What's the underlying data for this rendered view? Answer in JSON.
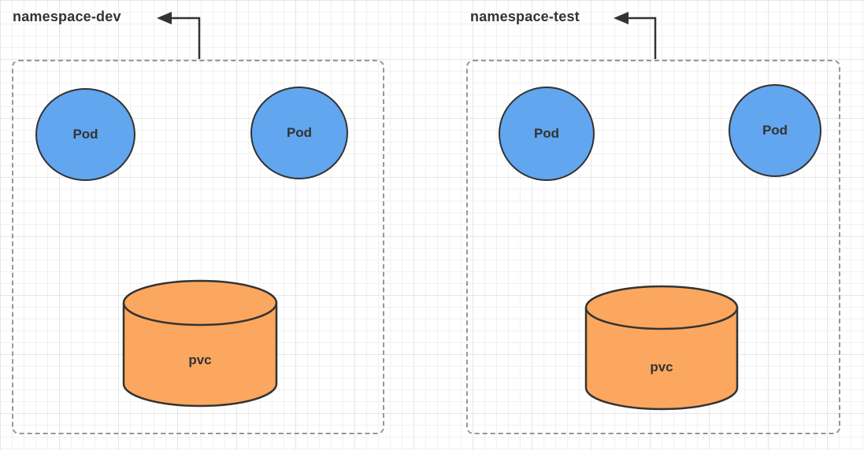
{
  "namespaces": [
    {
      "id": "dev",
      "label": "namespace-dev",
      "pods": [
        {
          "label": "Pod"
        },
        {
          "label": "Pod"
        }
      ],
      "pvc": {
        "label": "pvc"
      }
    },
    {
      "id": "test",
      "label": "namespace-test",
      "pods": [
        {
          "label": "Pod"
        },
        {
          "label": "Pod"
        }
      ],
      "pvc": {
        "label": "pvc"
      }
    }
  ],
  "colors": {
    "pod_fill": "#61a6ee",
    "pvc_fill": "#fba75f",
    "shape_stroke": "#333333",
    "arrow_color": "#333333",
    "boundary_color": "#979797",
    "label_color": "#333333",
    "grid_minor": "#f1f1f1",
    "grid_major": "#e6e6e6"
  }
}
